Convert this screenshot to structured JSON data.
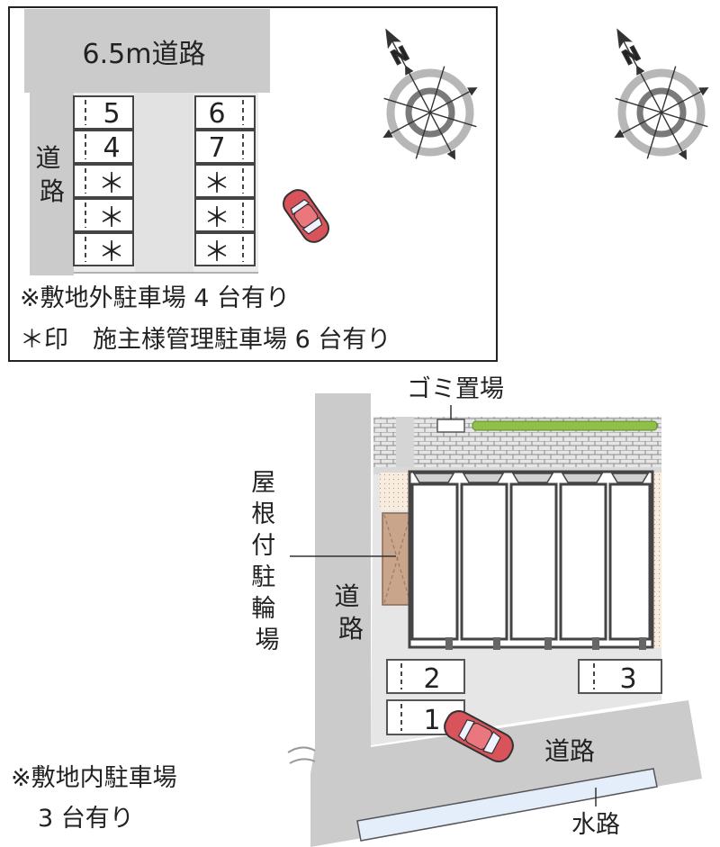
{
  "offsite_map": {
    "road_top_label": "6.5m道路",
    "road_left_label": "道路",
    "left_column_labels": [
      "5",
      "4",
      "＊",
      "＊",
      "＊"
    ],
    "right_column_labels": [
      "6",
      "7",
      "＊",
      "＊",
      "＊"
    ],
    "note_offsite": "※敷地外駐車場 4 台有り",
    "note_owner": "＊印　施主様管理駐車場 6 台有り"
  },
  "site_map": {
    "garbage_label": "ゴミ置場",
    "bike_shelter_label": "屋根付駐輪場",
    "road_left_label": "道路",
    "road_bottom_label": "道路",
    "waterway_label": "水路",
    "parking_spaces": [
      "2",
      "1",
      "3"
    ],
    "note_onsite": "※敷地内駐車場",
    "note_onsite_count": "3 台有り"
  },
  "compass": {
    "north_label": "N"
  },
  "colors": {
    "road_gray": "#cbcbcb",
    "building_border": "#444444",
    "bike_shelter": "#c9a58c",
    "car_red": "#d9535a",
    "hedge_green": "#8fc04a",
    "waterway_blue": "#e4eefb"
  }
}
